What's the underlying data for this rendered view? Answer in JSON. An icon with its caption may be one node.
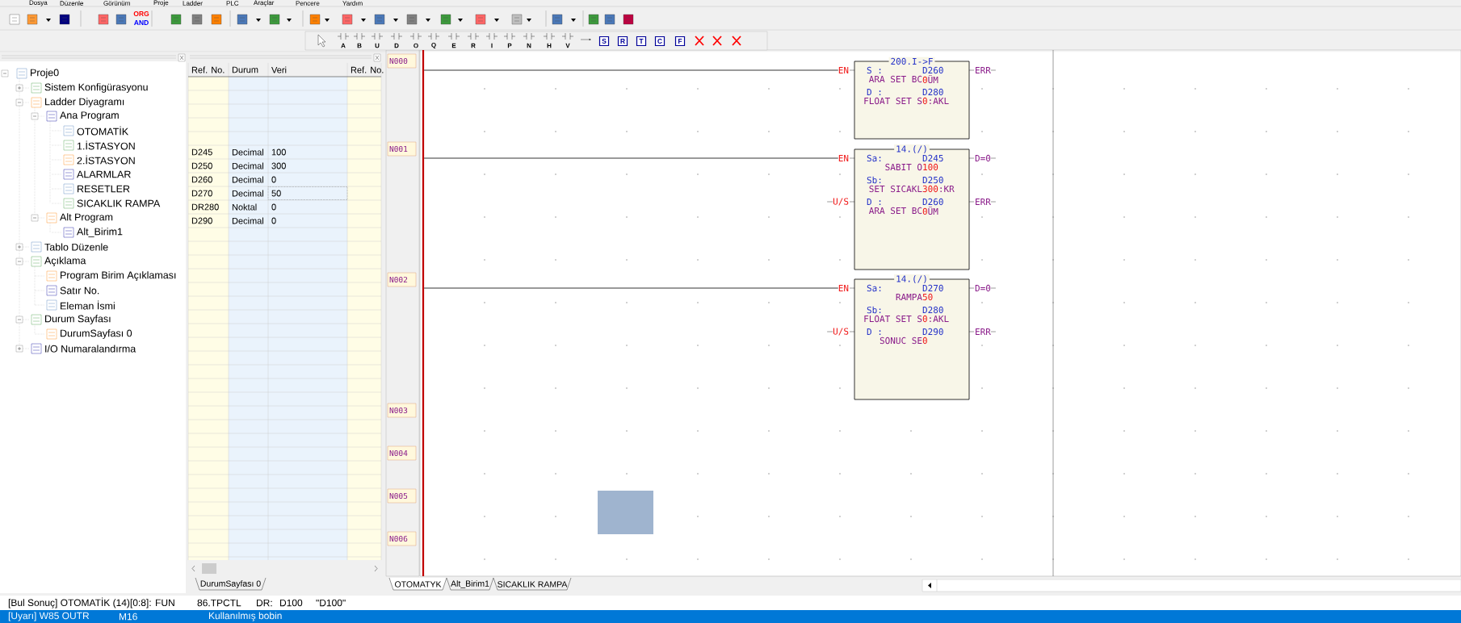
{
  "diagram": {
    "nodes": [
      {
        "text": [],
        "shape": "bar"
      },
      {
        "text": [
          "N000"
        ]
      },
      {
        "text": [
          "N001"
        ]
      },
      {
        "text": [
          "N002"
        ]
      },
      {
        "text": [
          "N003"
        ]
      },
      {
        "text": [
          "N004"
        ]
      },
      {
        "text": [
          "N005"
        ]
      },
      {
        "text": [
          "N006"
        ]
      },
      {
        "text": [
          "200.I->F",
          "S :",
          "D260",
          "ARA SET BC",
          "0",
          "ÜM",
          "D :",
          "D280",
          "FLOAT SET S",
          "0",
          ":AKL"
        ],
        "beside": [
          "EN",
          "ERR"
        ]
      },
      {
        "text": [
          "14.(/)",
          "Sa:",
          "D245",
          "SABIT O",
          "100",
          "Sb:",
          "D250",
          "SET SICAKL",
          "300",
          ":KR",
          "D :",
          "D260",
          "ARA SET BC",
          "0",
          "ÜM"
        ],
        "beside": [
          "EN",
          "U/S",
          "D=0",
          "ERR"
        ]
      },
      {
        "text": [
          "14.(/)",
          "Sa:",
          "D270",
          "RAMPA",
          "50",
          "Sb:",
          "D280",
          "FLOAT SET S",
          "0",
          ":AKL",
          "D :",
          "D290",
          "SONUC SE",
          "0"
        ],
        "beside": [
          "EN",
          "U/S",
          "D=0",
          "ERR"
        ]
      }
    ],
    "edges": [
      {
        "from": 0,
        "to": 8,
        "arrow": "none"
      },
      {
        "from": 0,
        "to": 9,
        "arrow": "none"
      },
      {
        "from": 0,
        "to": 10,
        "arrow": "none"
      }
    ],
    "labels": [
      "Dosya",
      "Düzenle",
      "Görünüm",
      "Proje",
      "Ladder",
      "PLC",
      "Araçlar",
      "Pencere",
      "Yardım",
      "ORG",
      "AND",
      "A",
      "B",
      "U",
      "D",
      "O",
      "Q",
      "E",
      "R",
      "I",
      "P",
      "N",
      "H",
      "V",
      "S",
      "R",
      "T",
      "C",
      "F",
      "Proje0",
      "Sistem Konfigürasyonu",
      "Ladder Diyagramı",
      "Ana Program",
      "OTOMATİK",
      "1.İSTASYON",
      "2.İSTASYON",
      "ALARMLAR",
      "RESETLER",
      "SICAKLIK RAMPA",
      "Alt Program",
      "Alt_Birim1",
      "Tablo Düzenle",
      "Açıklama",
      "Program Birim Açıklaması",
      "Satır No.",
      "Eleman İsmi",
      "Durum Sayfası",
      "DurumSayfası 0",
      "I/O Numaralandırma",
      "Ref. No.",
      "Durum",
      "Veri",
      "Ref. No.",
      "D245",
      "Decimal",
      "100",
      "D250",
      "Decimal",
      "300",
      "D260",
      "Decimal",
      "0",
      "D270",
      "Decimal",
      "50",
      "DR280",
      "Noktal",
      "0",
      "D290",
      "Decimal",
      "0",
      "DurumSayfası 0",
      "OTOMATYK",
      "Alt_Birim1",
      "SICAKLIK RAMPA",
      "[Bul Sonuç] OTOMATİK (14)[0:8]: FUN",
      "86.TPCTL",
      "DR:",
      "D100",
      "\"D100\"",
      "[Uyarı] W85  OUTR",
      "M16",
      "Kullanılmış bobin"
    ]
  }
}
